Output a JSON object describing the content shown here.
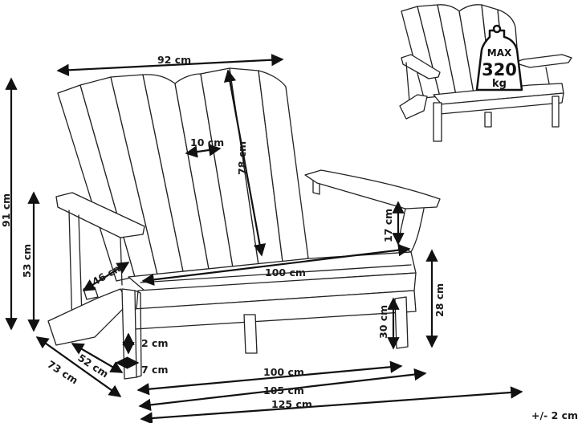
{
  "dimensions": {
    "top_width": "92 cm",
    "slat_width": "10 cm",
    "back_height": "78 cm",
    "total_height": "91 cm",
    "armrest_height": "53 cm",
    "armrest_depth": "46 cm",
    "armrest_to_seat": "17 cm",
    "seat_width": "100 cm",
    "seat_thickness": "28 cm",
    "seat_height": "30 cm",
    "front_gap": "2 cm",
    "leg_offset": "7 cm",
    "seat_depth": "52 cm",
    "total_depth": "73 cm",
    "front_width": "100 cm",
    "inner_width": "105 cm",
    "total_width": "125 cm"
  },
  "max_load": {
    "line1": "MAX",
    "line2": "320",
    "line3": "kg"
  },
  "tolerance": "+/- 2 cm"
}
